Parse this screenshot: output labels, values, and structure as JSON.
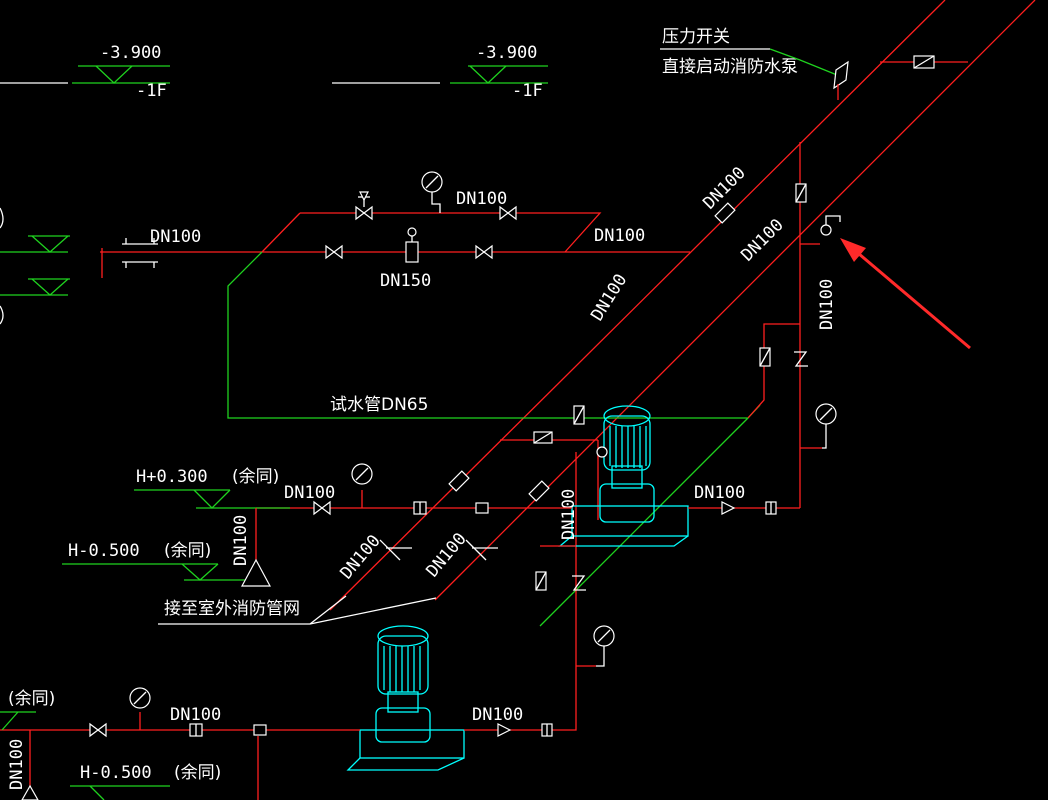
{
  "drawing": {
    "elevations": {
      "top_left_value": "-3.900",
      "top_left_floor": "-1F",
      "top_mid_value": "-3.900",
      "top_mid_floor": "-1F",
      "h_plus_value": "H+0.300",
      "h_minus_value": "H-0.500",
      "h_minus_bottom_value": "H-0.500",
      "same_note": "(余同)"
    },
    "annotations": {
      "pressure_switch": "压力开关",
      "direct_start": "直接启动消防水泵",
      "test_pipe": "试水管DN65",
      "connect_outdoor": "接至室外消防管网"
    },
    "pipe_sizes": {
      "dn100": "DN100",
      "dn150": "DN150"
    },
    "colors": {
      "background": "#000000",
      "pipe_red": "#ff1f1f",
      "pipe_green": "#1fd21f",
      "equipment_cyan": "#00ffff",
      "text_white": "#ffffff",
      "arrow_red": "#ff2a2a"
    }
  }
}
